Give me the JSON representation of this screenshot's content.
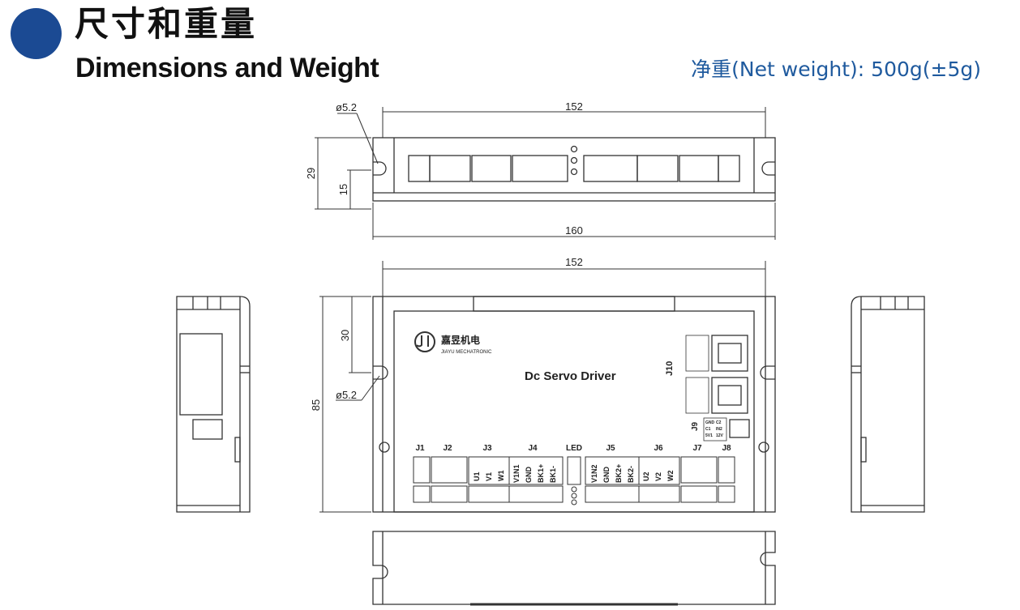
{
  "header": {
    "title_cn": "尺寸和重量",
    "title_en": "Dimensions and Weight",
    "net_weight": "净重(Net weight): 500g(±5g)"
  },
  "top_view": {
    "dim_width_inner": "152",
    "dim_width_outer": "160",
    "dim_height": "29",
    "dim_height_mid": "15",
    "hole_label": "ø5.2"
  },
  "front_view": {
    "dim_width": "152",
    "dim_height": "85",
    "dim_hole_offset": "30",
    "hole_label": "ø5.2",
    "brand_cn": "嘉昱机电",
    "brand_en": "JIAYU MECHATRONIC",
    "product_name": "Dc Servo Driver",
    "connectors": [
      "J1",
      "J2",
      "J3",
      "J4",
      "LED",
      "J5",
      "J6",
      "J7",
      "J8"
    ],
    "j3_pins": [
      "U1",
      "V1",
      "W1"
    ],
    "j4_pins": [
      "V1N1",
      "GND",
      "BK1+",
      "BK1-"
    ],
    "j5_pins": [
      "V1N2",
      "GND",
      "BK2+",
      "BK2-"
    ],
    "j6_pins": [
      "U2",
      "V2",
      "W2"
    ],
    "j10_label": "J10",
    "j9_label": "J9",
    "j9_pins": [
      "GND",
      "C1",
      "5V1",
      "C2",
      "IN2",
      "12V"
    ]
  },
  "colors": {
    "accent": "#1b4a93",
    "weight_text": "#1f5a9e",
    "line": "#333333"
  }
}
